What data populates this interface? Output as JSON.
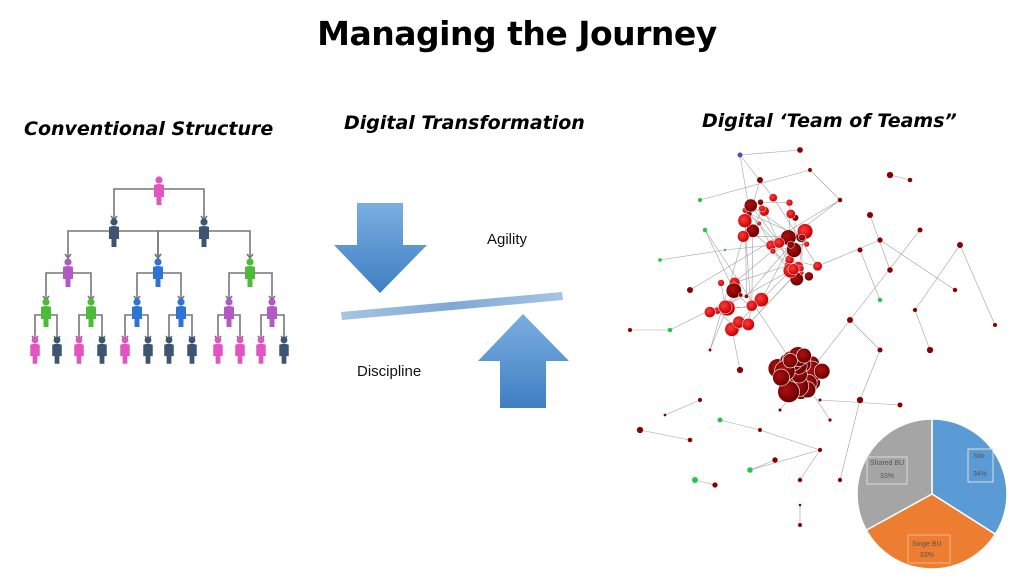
{
  "title": "Managing the Journey",
  "sections": {
    "conventional": "Conventional Structure",
    "digital": "Digital Transformation",
    "team": "Digital ‘Team of Teams”"
  },
  "seesaw": {
    "top_label": "Agility",
    "bottom_label": "Discipline"
  },
  "colors": {
    "arrow": "#4a86c8",
    "beam": "#8fb1d8",
    "pie_blue": "#5b9bd5",
    "pie_orange": "#ed7d31",
    "pie_gray": "#a5a5a5"
  },
  "pie": {
    "slices": [
      {
        "name": "Silo",
        "percent": "34%",
        "value": 34,
        "color": "#5b9bd5"
      },
      {
        "name": "Singe BU",
        "percent": "33%",
        "value": 33,
        "color": "#ed7d31"
      },
      {
        "name": "Shared BU",
        "percent": "33%",
        "value": 33,
        "color": "#a5a5a5"
      }
    ]
  }
}
